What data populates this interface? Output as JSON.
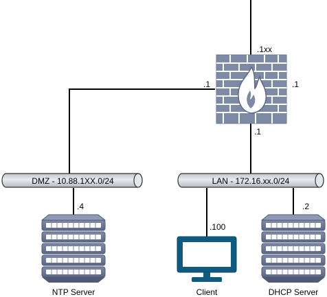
{
  "firewall": {
    "label_top": ".1xx",
    "label_left": ".1",
    "label_right": ".1",
    "label_bottom": ".1"
  },
  "dmz": {
    "label": "DMZ - 10.88.1XX.0/24"
  },
  "lan": {
    "label": "LAN - 172.16.xx.0/24"
  },
  "nodes": {
    "ntp": {
      "ip_label": ".4",
      "name": "NTP Server"
    },
    "client": {
      "ip_label": ".100",
      "name": "Client"
    },
    "dhcp": {
      "ip_label": ".2",
      "name": "DHCP Server"
    }
  },
  "colors": {
    "firewall_brick": "#7d8aa6",
    "firewall_mortar": "#ffffff",
    "pipe_fill": "#cfd3da",
    "server_fill": "#6b7794",
    "monitor_fill": "#0f5a80"
  }
}
